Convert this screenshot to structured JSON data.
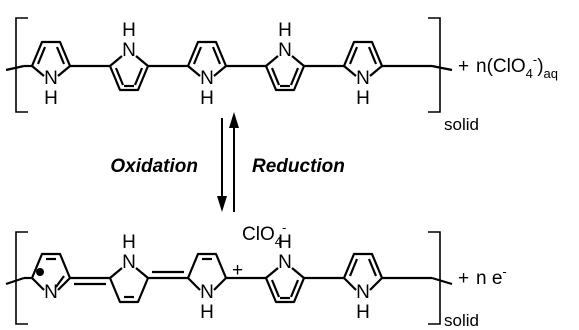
{
  "top_structure": {
    "nh_label": "N\nH",
    "suffix_plus": "+",
    "suffix_n": "n(ClO",
    "suffix_four": "4",
    "suffix_minus": "-",
    "suffix_close": ")",
    "suffix_aq": "aq",
    "phase": "solid"
  },
  "arrows": {
    "left_label": "Oxidation",
    "right_label": "Reduction"
  },
  "bottom_structure": {
    "counterion_base": "ClO",
    "counterion_sub": "4",
    "counterion_sup": "-",
    "cation_sign": "+",
    "radical_marker": "•",
    "suffix_plus": "+",
    "suffix_n": "n e",
    "suffix_minus": "-",
    "phase": "solid"
  }
}
